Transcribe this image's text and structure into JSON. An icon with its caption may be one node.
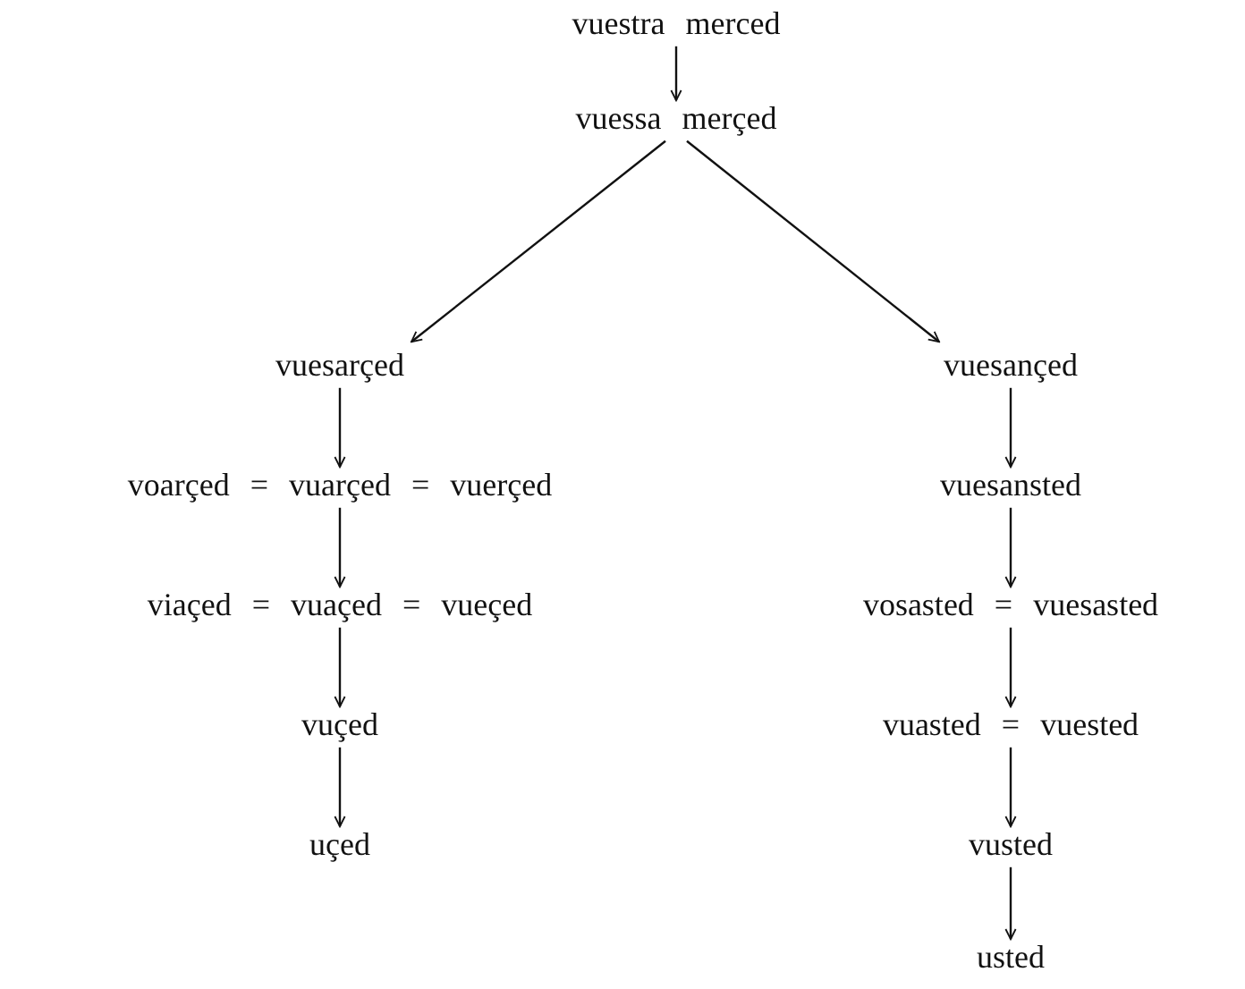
{
  "diagram": {
    "nodes": [
      {
        "text": [
          "vuestra merced"
        ]
      },
      {
        "text": [
          "vuessa merçed"
        ]
      },
      {
        "text": [
          "vuesarçed"
        ]
      },
      {
        "text": [
          "voarçed = vuarçed = vuerçed"
        ]
      },
      {
        "text": [
          "viaçed = vuaçed = vueçed"
        ]
      },
      {
        "text": [
          "vuçed"
        ]
      },
      {
        "text": [
          "uçed"
        ]
      },
      {
        "text": [
          "vuesançed"
        ]
      },
      {
        "text": [
          "vuesansted"
        ]
      },
      {
        "text": [
          "vosasted = vuesasted"
        ]
      },
      {
        "text": [
          "vuasted = vuested"
        ]
      },
      {
        "text": [
          "vusted"
        ]
      },
      {
        "text": [
          "usted"
        ]
      }
    ],
    "edges": [
      {
        "from": 0,
        "to": 1,
        "arrow": "to"
      },
      {
        "from": 1,
        "to": 2,
        "arrow": "to"
      },
      {
        "from": 1,
        "to": 7,
        "arrow": "to"
      },
      {
        "from": 2,
        "to": 3,
        "arrow": "to"
      },
      {
        "from": 3,
        "to": 4,
        "arrow": "to"
      },
      {
        "from": 4,
        "to": 5,
        "arrow": "to"
      },
      {
        "from": 5,
        "to": 6,
        "arrow": "to"
      },
      {
        "from": 7,
        "to": 8,
        "arrow": "to"
      },
      {
        "from": 8,
        "to": 9,
        "arrow": "to"
      },
      {
        "from": 9,
        "to": 10,
        "arrow": "to"
      },
      {
        "from": 10,
        "to": 11,
        "arrow": "to"
      },
      {
        "from": 11,
        "to": 12,
        "arrow": "to"
      }
    ]
  }
}
